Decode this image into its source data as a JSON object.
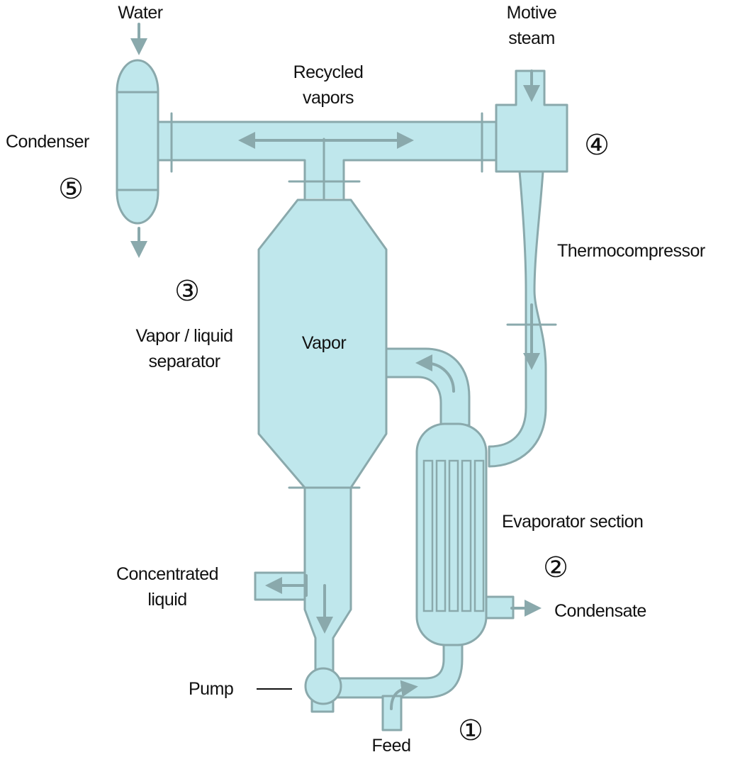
{
  "colors": {
    "fill": "#bfe7ec",
    "line": "#8aa9ac",
    "text": "#111111"
  },
  "labels": {
    "water": "Water",
    "motive_steam_1": "Motive",
    "motive_steam_2": "steam",
    "recycled_vapors_1": "Recycled",
    "recycled_vapors_2": "vapors",
    "condenser": "Condenser",
    "thermocompressor": "Thermocompressor",
    "separator_1": "Vapor / liquid",
    "separator_2": "separator",
    "vapor": "Vapor",
    "evaporator_section": "Evaporator section",
    "concentrated_1": "Concentrated",
    "concentrated_2": "liquid",
    "condensate": "Condensate",
    "pump": "Pump",
    "feed": "Feed"
  },
  "markers": {
    "one": "①",
    "two": "②",
    "three": "③",
    "four": "④",
    "five": "⑤"
  }
}
